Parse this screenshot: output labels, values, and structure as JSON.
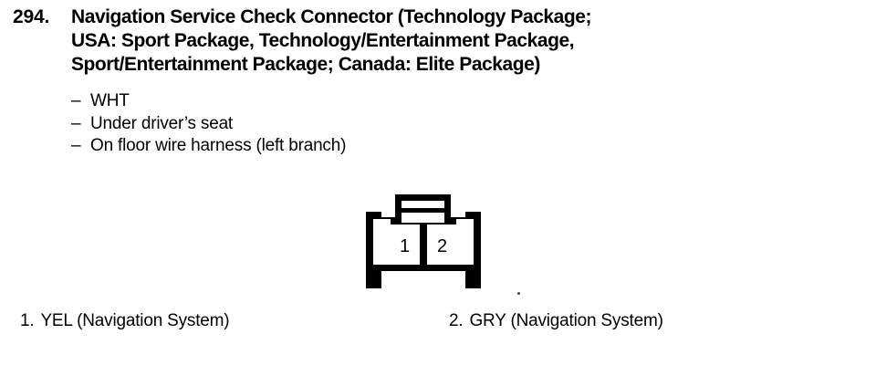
{
  "entry": {
    "number": "294.",
    "title_lines": [
      "Navigation Service Check Connector (Technology Package;",
      "USA: Sport Package, Technology/Entertainment Package,",
      "Sport/Entertainment Package; Canada: Elite Package)"
    ],
    "specs": [
      {
        "dash": "–",
        "text": "WHT"
      },
      {
        "dash": "–",
        "text": "Under driver’s seat"
      },
      {
        "dash": "–",
        "text": "On floor wire harness (left branch)"
      }
    ]
  },
  "connector": {
    "pins": [
      {
        "label": "1"
      },
      {
        "label": "2"
      }
    ],
    "outline_color": "#000000",
    "fill_color": "#ffffff"
  },
  "pin_legend": [
    {
      "index": "1.",
      "wire_color": "YEL",
      "circuit": "(Navigation System)"
    },
    {
      "index": "2.",
      "wire_color": "GRY",
      "circuit": "(Navigation System)"
    }
  ]
}
